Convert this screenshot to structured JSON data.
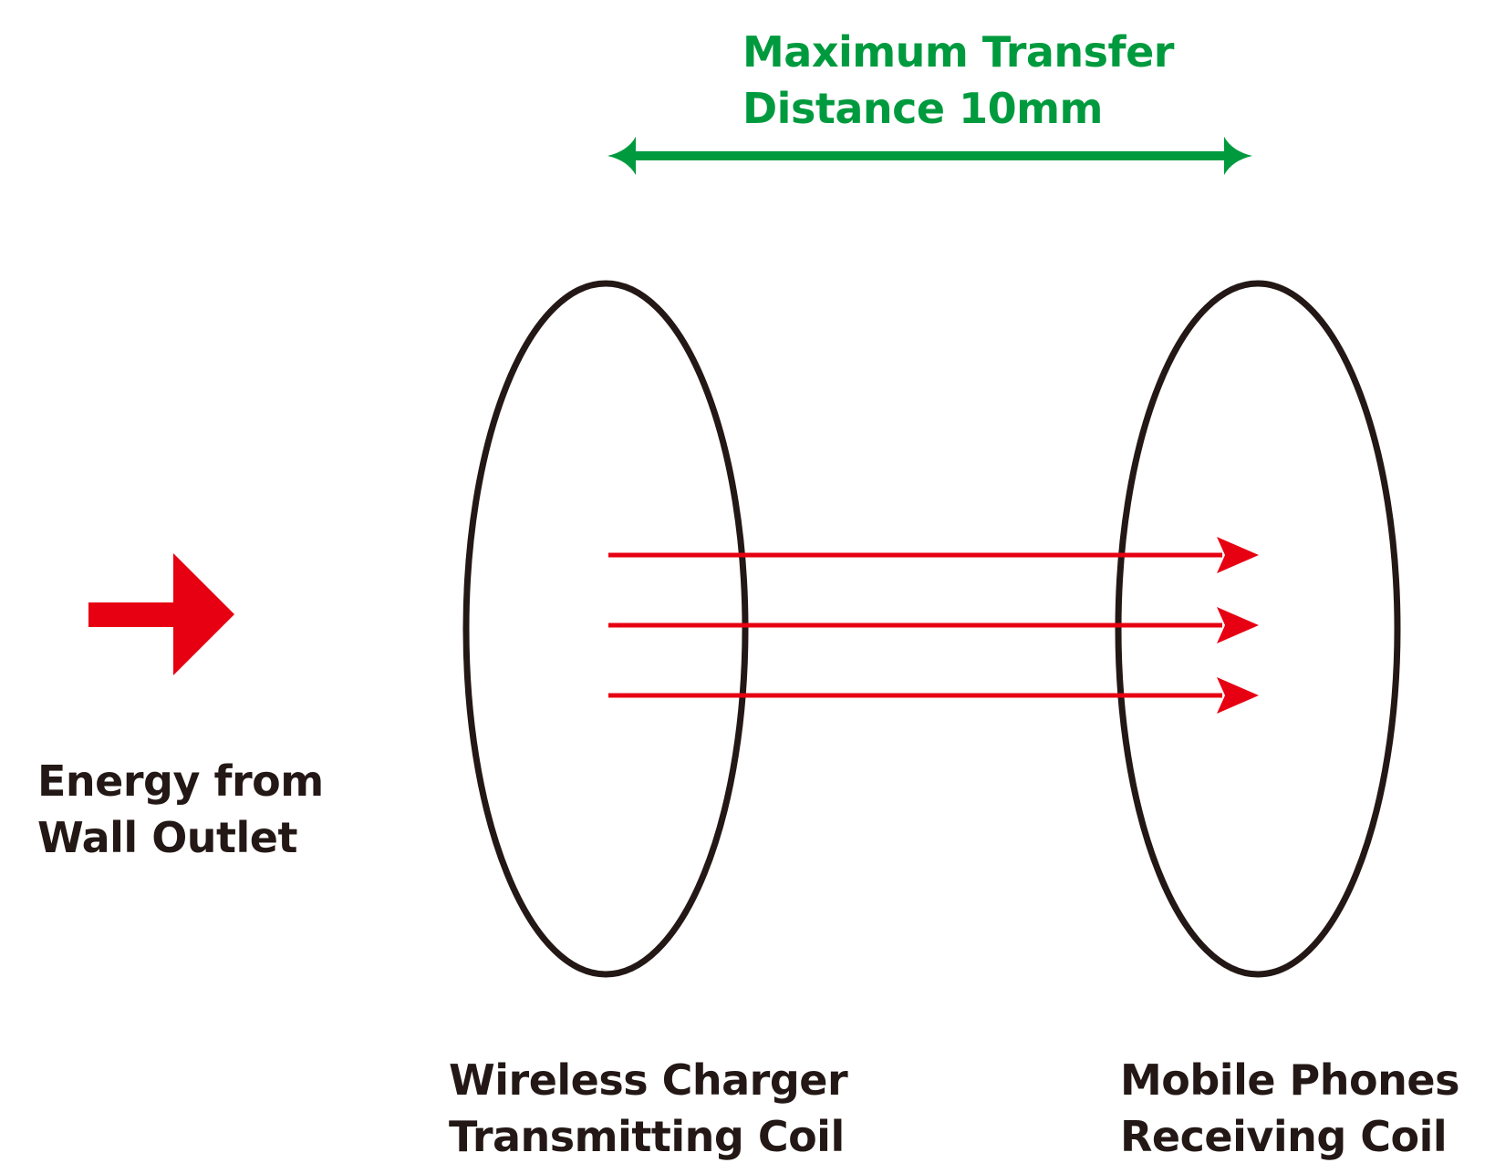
{
  "colors": {
    "distance": "#009a3e",
    "energy": "#e60012",
    "text": "#231815",
    "coil": "#231815",
    "background": "#ffffff"
  },
  "labels": {
    "distance": {
      "line1": "Maximum Transfer",
      "line2": "Distance 10mm"
    },
    "energy": {
      "line1": "Energy from",
      "line2": "Wall Outlet"
    },
    "transmitter": {
      "line1": "Wireless Charger",
      "line2": "Transmitting Coil"
    },
    "receiver": {
      "line1": "Mobile Phones",
      "line2": "Receiving Coil"
    }
  },
  "icons": {
    "distance_arrow": "double-headed-arrow-icon",
    "energy_arrow": "right-arrow-icon",
    "transfer_arrows": "right-arrow-icon",
    "coils": "ellipse-coil-icon"
  }
}
